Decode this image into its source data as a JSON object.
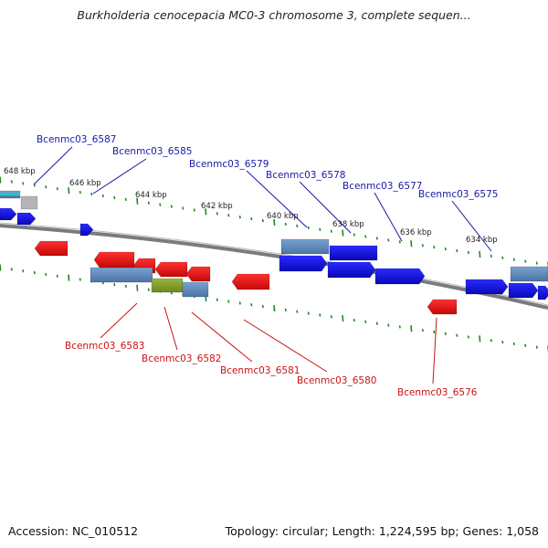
{
  "title": "Burkholderia cenocepacia MC0-3 chromosome 3, complete sequen...",
  "footer": {
    "accession": "Accession: NC_010512",
    "summary": "Topology: circular; Length: 1,224,595 bp; Genes: 1,058"
  },
  "colors": {
    "forward_cds": "#1010e0",
    "reverse_cds": "#e01010",
    "forward_label": "#1a1aa8",
    "reverse_label": "#c81414",
    "gene_bar": "#5a86b8",
    "gene_bar_highlight": "#7f9c2a",
    "tick": "#1f8a1f",
    "backbone": "#7a7a80"
  },
  "position_labels": [
    "648 kbp",
    "646 kbp",
    "644 kbp",
    "642 kbp",
    "640 kbp",
    "638 kbp",
    "636 kbp",
    "634 kbp"
  ],
  "forward_genes": [
    "Bcenmc03_6587",
    "Bcenmc03_6585",
    "Bcenmc03_6579",
    "Bcenmc03_6578",
    "Bcenmc03_6577",
    "Bcenmc03_6575"
  ],
  "reverse_genes": [
    "Bcenmc03_6583",
    "Bcenmc03_6582",
    "Bcenmc03_6581",
    "Bcenmc03_6580",
    "Bcenmc03_6576"
  ]
}
